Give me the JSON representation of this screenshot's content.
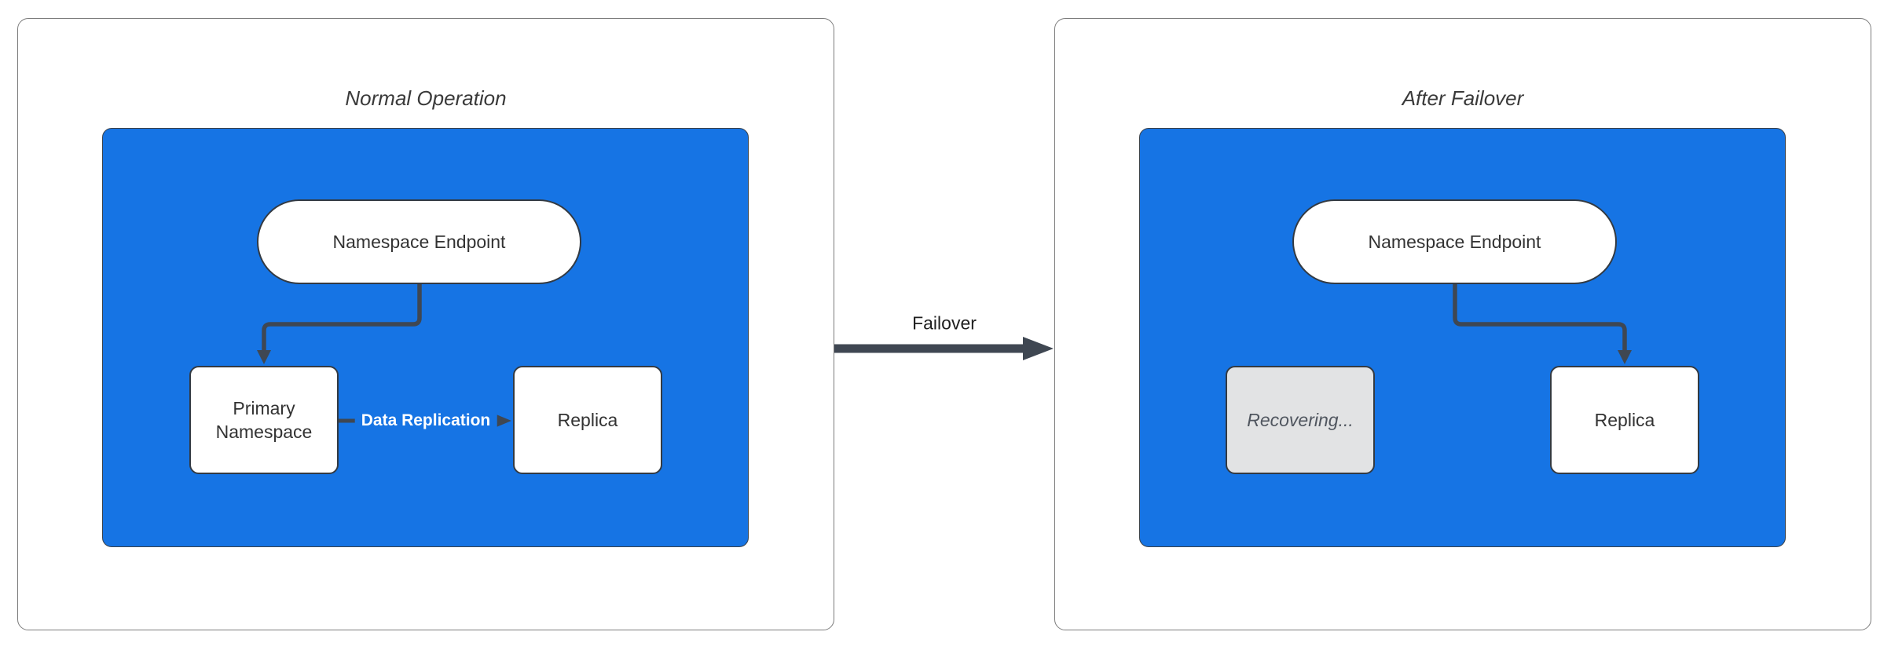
{
  "theme": {
    "canvas-bg": "#ffffff",
    "panel-border": "#7c7c7c",
    "title-color": "#3a3a3a",
    "container-fill": "#1674e4",
    "container-border": "#3a4149",
    "node-fill": "#ffffff",
    "node-border": "#333a42",
    "node-text": "#333333",
    "edge-color": "#3f4752",
    "edge-label-color": "#ffffff",
    "failover-text": "#1f1f1f",
    "recovering-fill": "#e2e3e4",
    "recovering-text": "#50565f"
  },
  "left_panel": {
    "title": "Normal Operation",
    "endpoint": "Namespace Endpoint",
    "primary": "Primary Namespace",
    "replica": "Replica",
    "replication_label": "Data Replication"
  },
  "transition": {
    "label": "Failover"
  },
  "right_panel": {
    "title": "After Failover",
    "endpoint": "Namespace Endpoint",
    "recovering": "Recovering...",
    "replica": "Replica"
  }
}
